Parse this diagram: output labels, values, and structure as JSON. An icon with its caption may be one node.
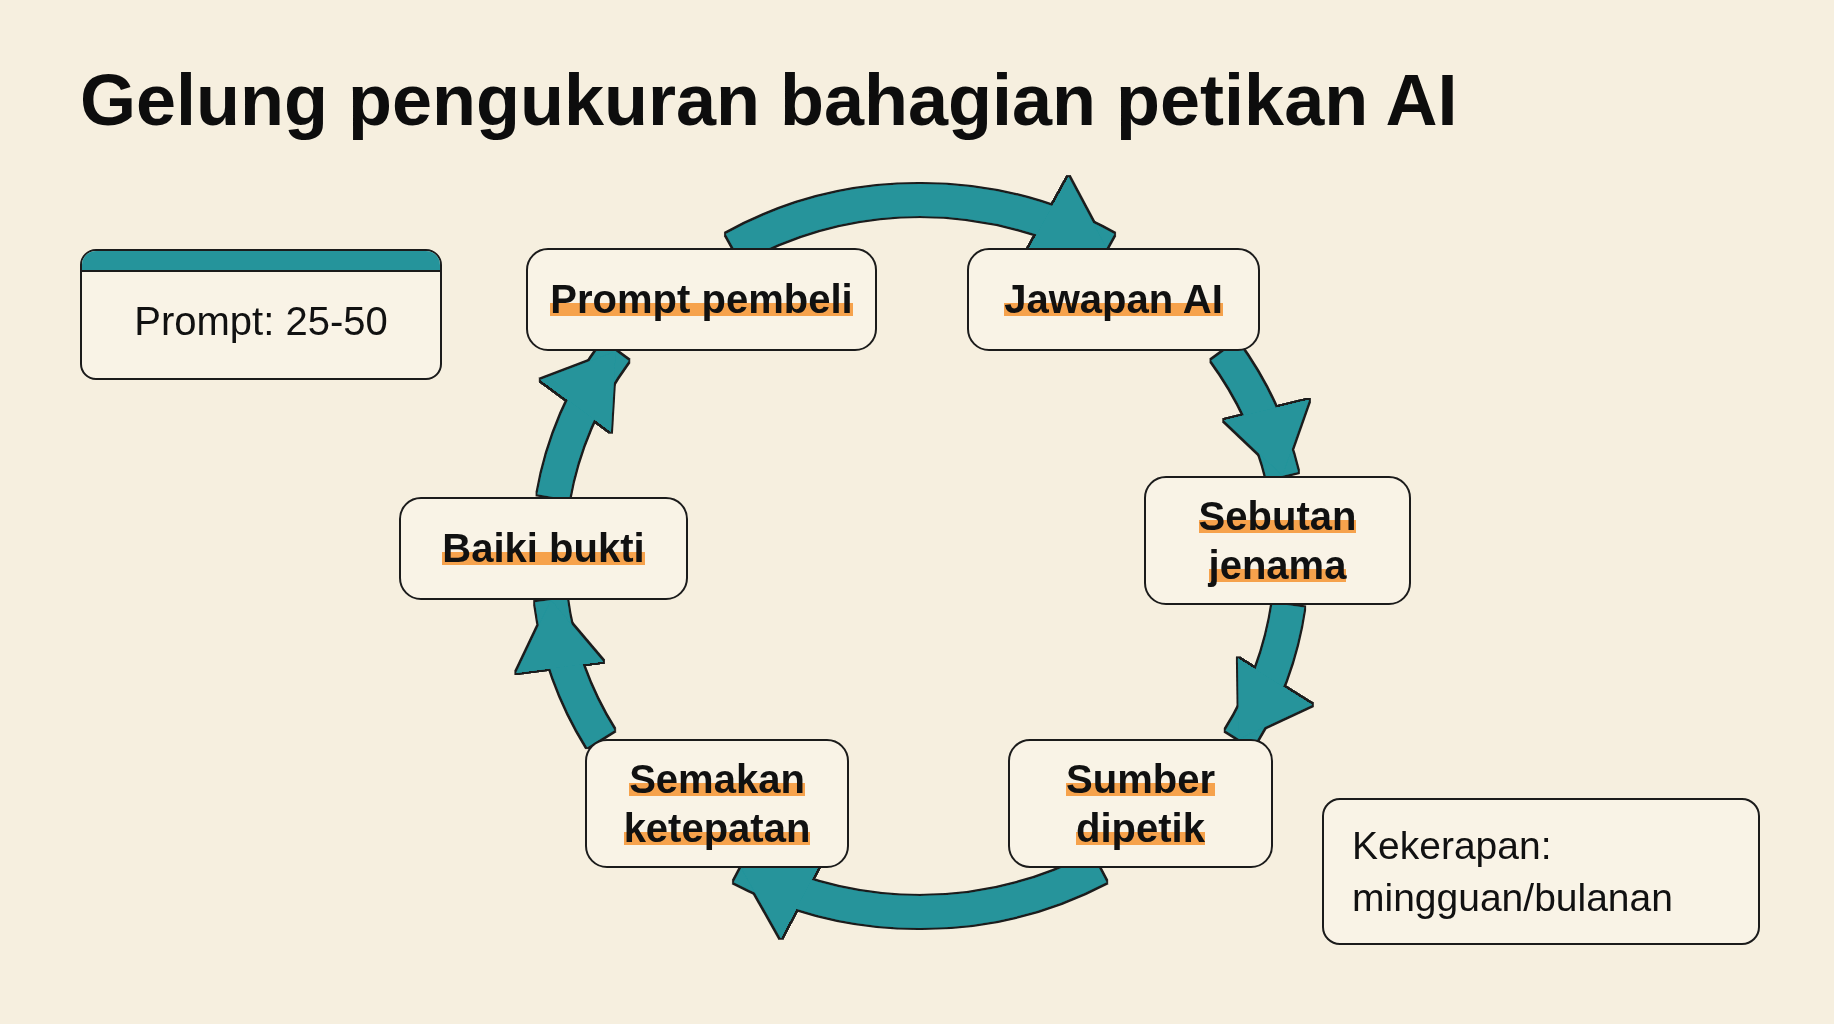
{
  "diagram": {
    "title": "Gelung pengukuran bahagian petikan AI",
    "nodes": [
      {
        "text": [
          "Prompt: 25-50"
        ]
      },
      {
        "text": [
          "Prompt pembeli"
        ]
      },
      {
        "text": [
          "Jawapan AI"
        ]
      },
      {
        "text": [
          "Sebutan jenama"
        ]
      },
      {
        "text": [
          "Sumber dipetik"
        ]
      },
      {
        "text": [
          "Semakan ketepatan"
        ]
      },
      {
        "text": [
          "Baiki bukti"
        ]
      },
      {
        "text": [
          "Kekerapan: mingguan/bulanan"
        ]
      }
    ],
    "edges": [
      {
        "from": 1,
        "to": 2,
        "arrow": "to"
      },
      {
        "from": 2,
        "to": 3,
        "arrow": "to"
      },
      {
        "from": 3,
        "to": 4,
        "arrow": "to"
      },
      {
        "from": 4,
        "to": 5,
        "arrow": "to"
      },
      {
        "from": 5,
        "to": 6,
        "arrow": "to"
      },
      {
        "from": 6,
        "to": 1,
        "arrow": "to"
      }
    ]
  }
}
